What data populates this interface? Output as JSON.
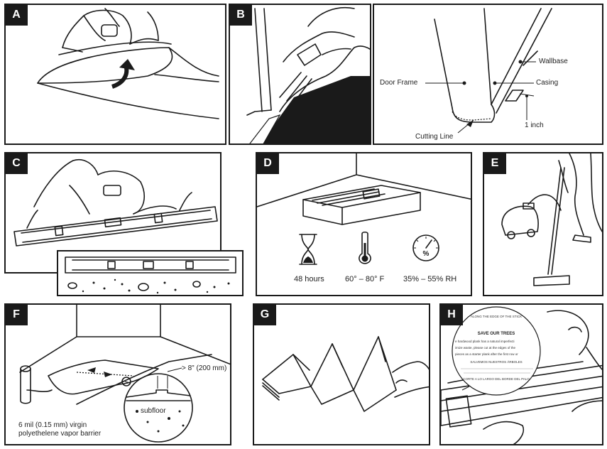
{
  "panels": {
    "a": {
      "letter": "A"
    },
    "b": {
      "letter": "B",
      "labels": {
        "wallbase": "Wallbase",
        "door_frame": "Door Frame",
        "casing": "Casing",
        "one_inch": "1 inch",
        "cutting_line": "Cutting Line"
      }
    },
    "c": {
      "letter": "C"
    },
    "d": {
      "letter": "D",
      "conditions": {
        "time": "48 hours",
        "temperature": "60° – 80° F",
        "humidity": "35% – 55% RH",
        "gauge_symbol": "%"
      }
    },
    "e": {
      "letter": "E"
    },
    "f": {
      "letter": "F",
      "labels": {
        "overlap": "> 8\" (200 mm)",
        "subfloor": "subfloor",
        "barrier_line1": "6 mil (0.15 mm) virgin",
        "barrier_line2": "polyethelene vapor barrier"
      }
    },
    "g": {
      "letter": "G"
    },
    "h": {
      "letter": "H",
      "label_text": {
        "top": "ALONG THE EDGE OF THE STICK",
        "heading": "SAVE OUR TREES",
        "l1": "e hardwood plank has a natural imperfecti",
        "l2": "imize waste, please cut at the edges of the",
        "l3": "pieces as a starter plank after the first row or",
        "l4": "SALVEMOS NUESTROS ÁRBOLES",
        "l5": "CORTE A LO LARGO DEL BORDE DEL PALO"
      }
    }
  },
  "icons": [
    "hourglass-icon",
    "thermometer-icon",
    "humidity-gauge-icon"
  ]
}
